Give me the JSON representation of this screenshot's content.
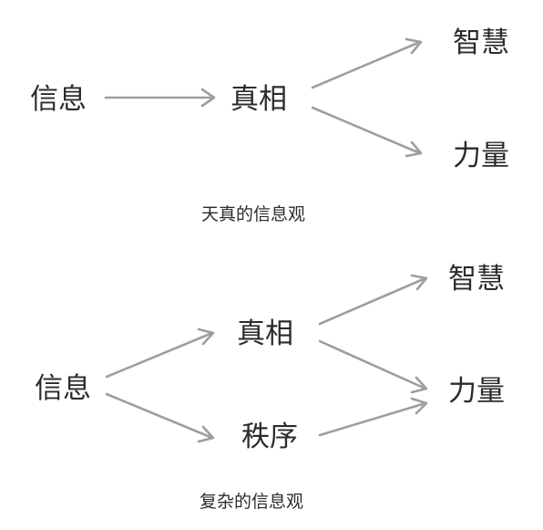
{
  "diagram_top": {
    "nodes": {
      "info": "信息",
      "truth": "真相",
      "wisdom": "智慧",
      "power": "力量"
    },
    "caption": "天真的信息观"
  },
  "diagram_bottom": {
    "nodes": {
      "info": "信息",
      "truth": "真相",
      "order": "秩序",
      "wisdom": "智慧",
      "power": "力量"
    },
    "caption": "复杂的信息观"
  },
  "colors": {
    "text": "#2b2b2b",
    "arrow": "#9e9e9e",
    "background": "#ffffff"
  }
}
